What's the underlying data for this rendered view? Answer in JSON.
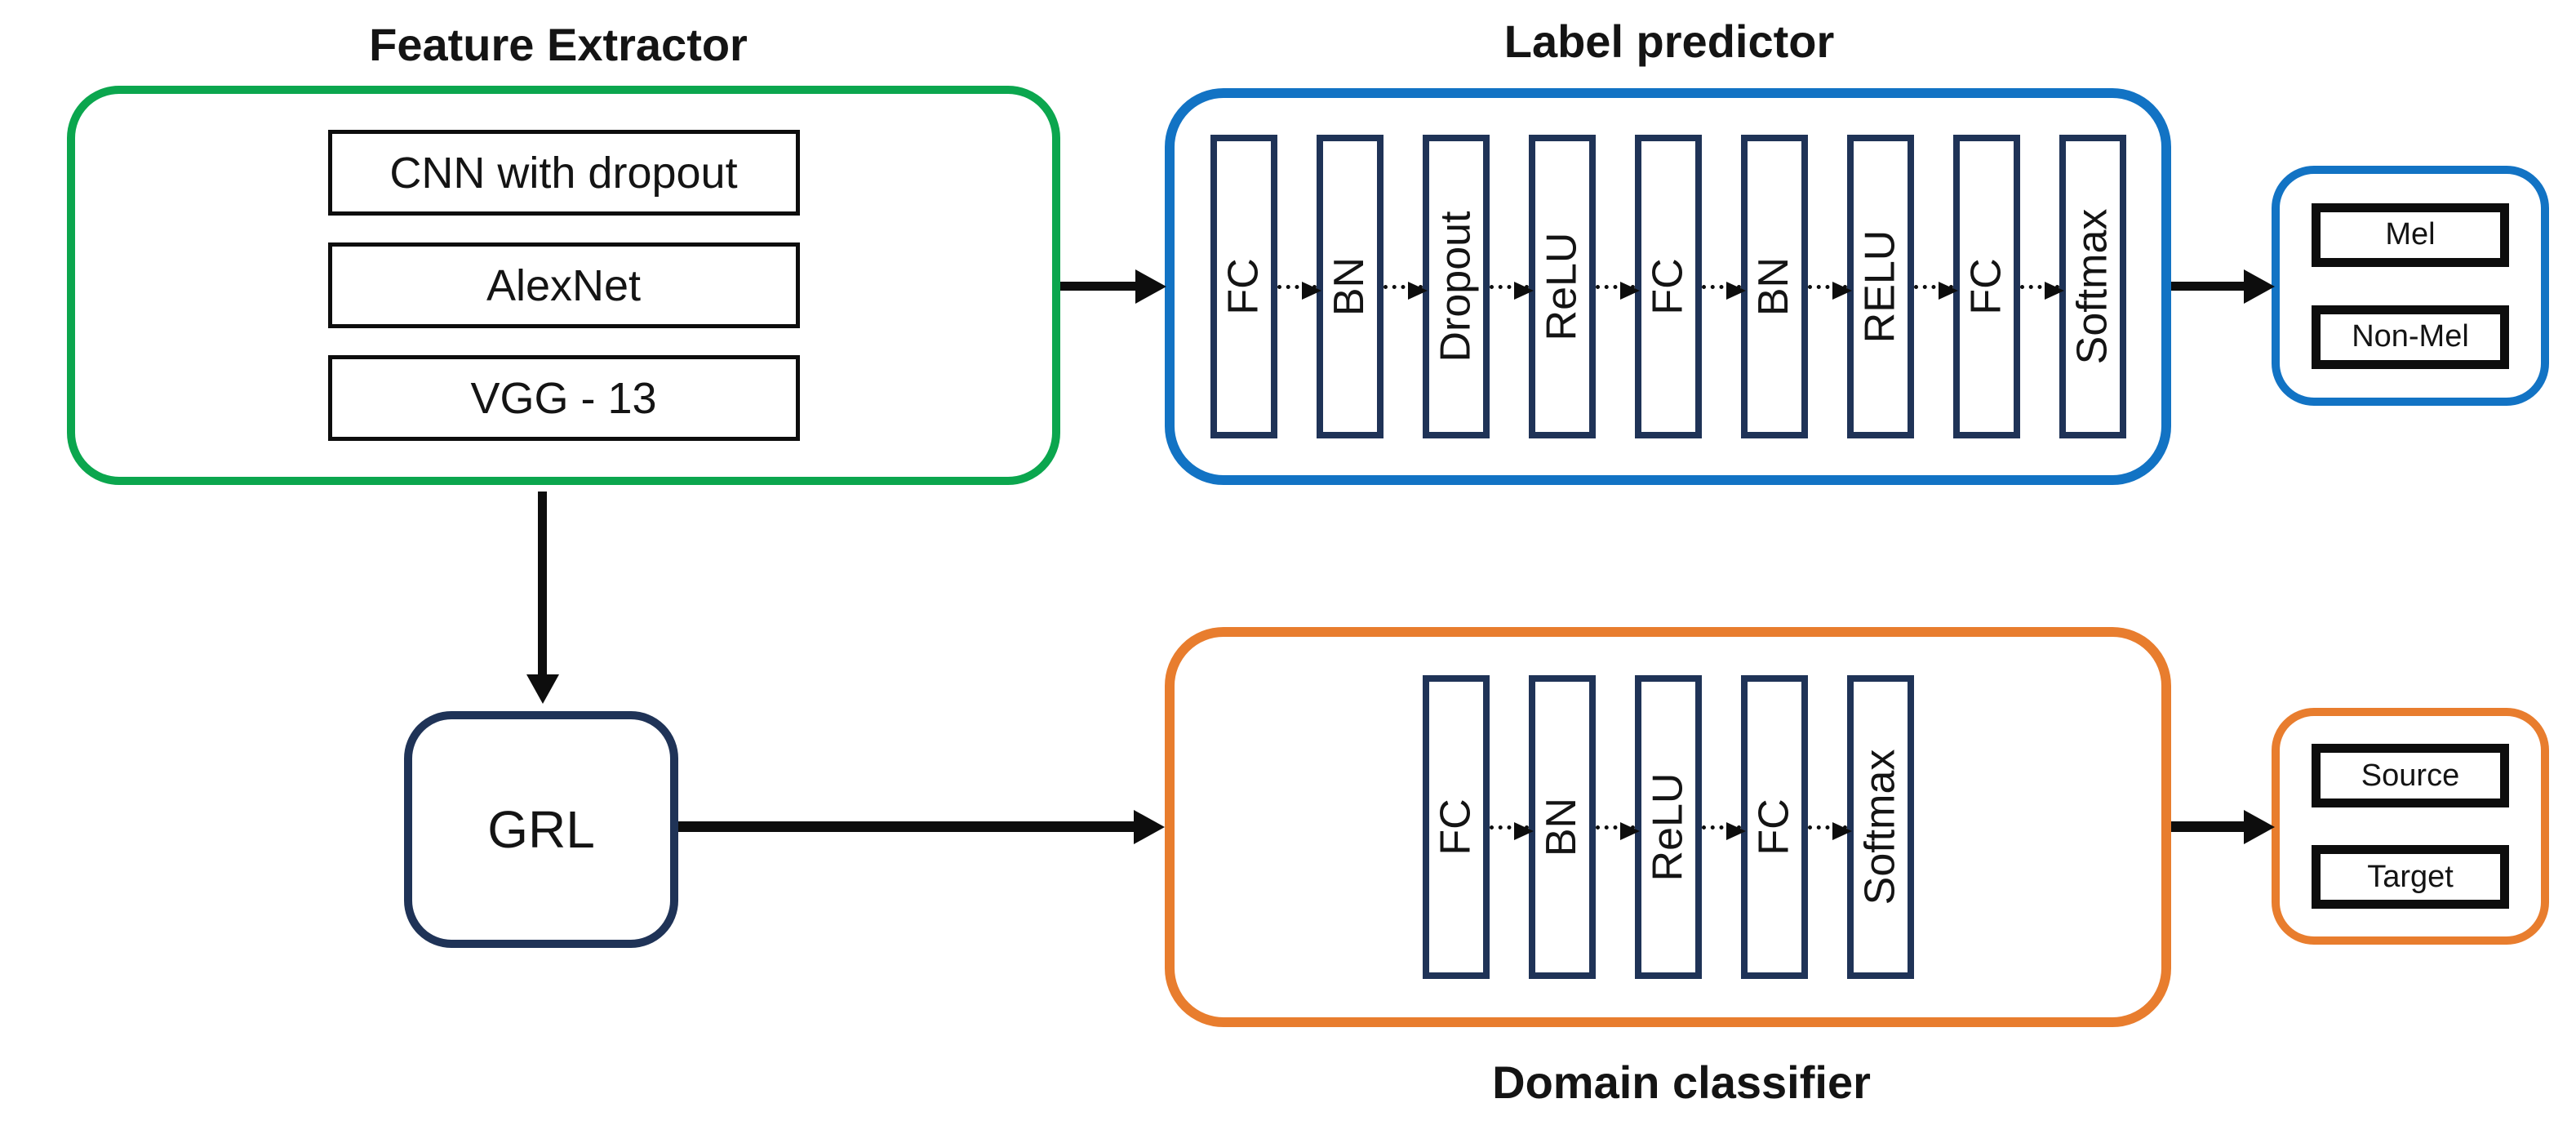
{
  "colors": {
    "feature_extractor_border": "#0ba64e",
    "label_predictor_border": "#1273c4",
    "domain_classifier_border": "#e87d2e",
    "layer_border": "#1f3357",
    "arrow": "#0d0d0d",
    "text": "#141414"
  },
  "feature_extractor": {
    "title": "Feature Extractor",
    "items": [
      "CNN with dropout",
      "AlexNet",
      "VGG - 13"
    ]
  },
  "label_predictor": {
    "title": "Label predictor",
    "layers": [
      "FC",
      "BN",
      "Dropout",
      "ReLU",
      "FC",
      "BN",
      "RELU",
      "FC",
      "Softmax"
    ]
  },
  "label_outputs": {
    "items": [
      "Mel",
      "Non-Mel"
    ]
  },
  "grl": {
    "label": "GRL"
  },
  "domain_classifier": {
    "title": "Domain classifier",
    "layers": [
      "FC",
      "BN",
      "ReLU",
      "FC",
      "Softmax"
    ]
  },
  "domain_outputs": {
    "items": [
      "Source",
      "Target"
    ]
  }
}
